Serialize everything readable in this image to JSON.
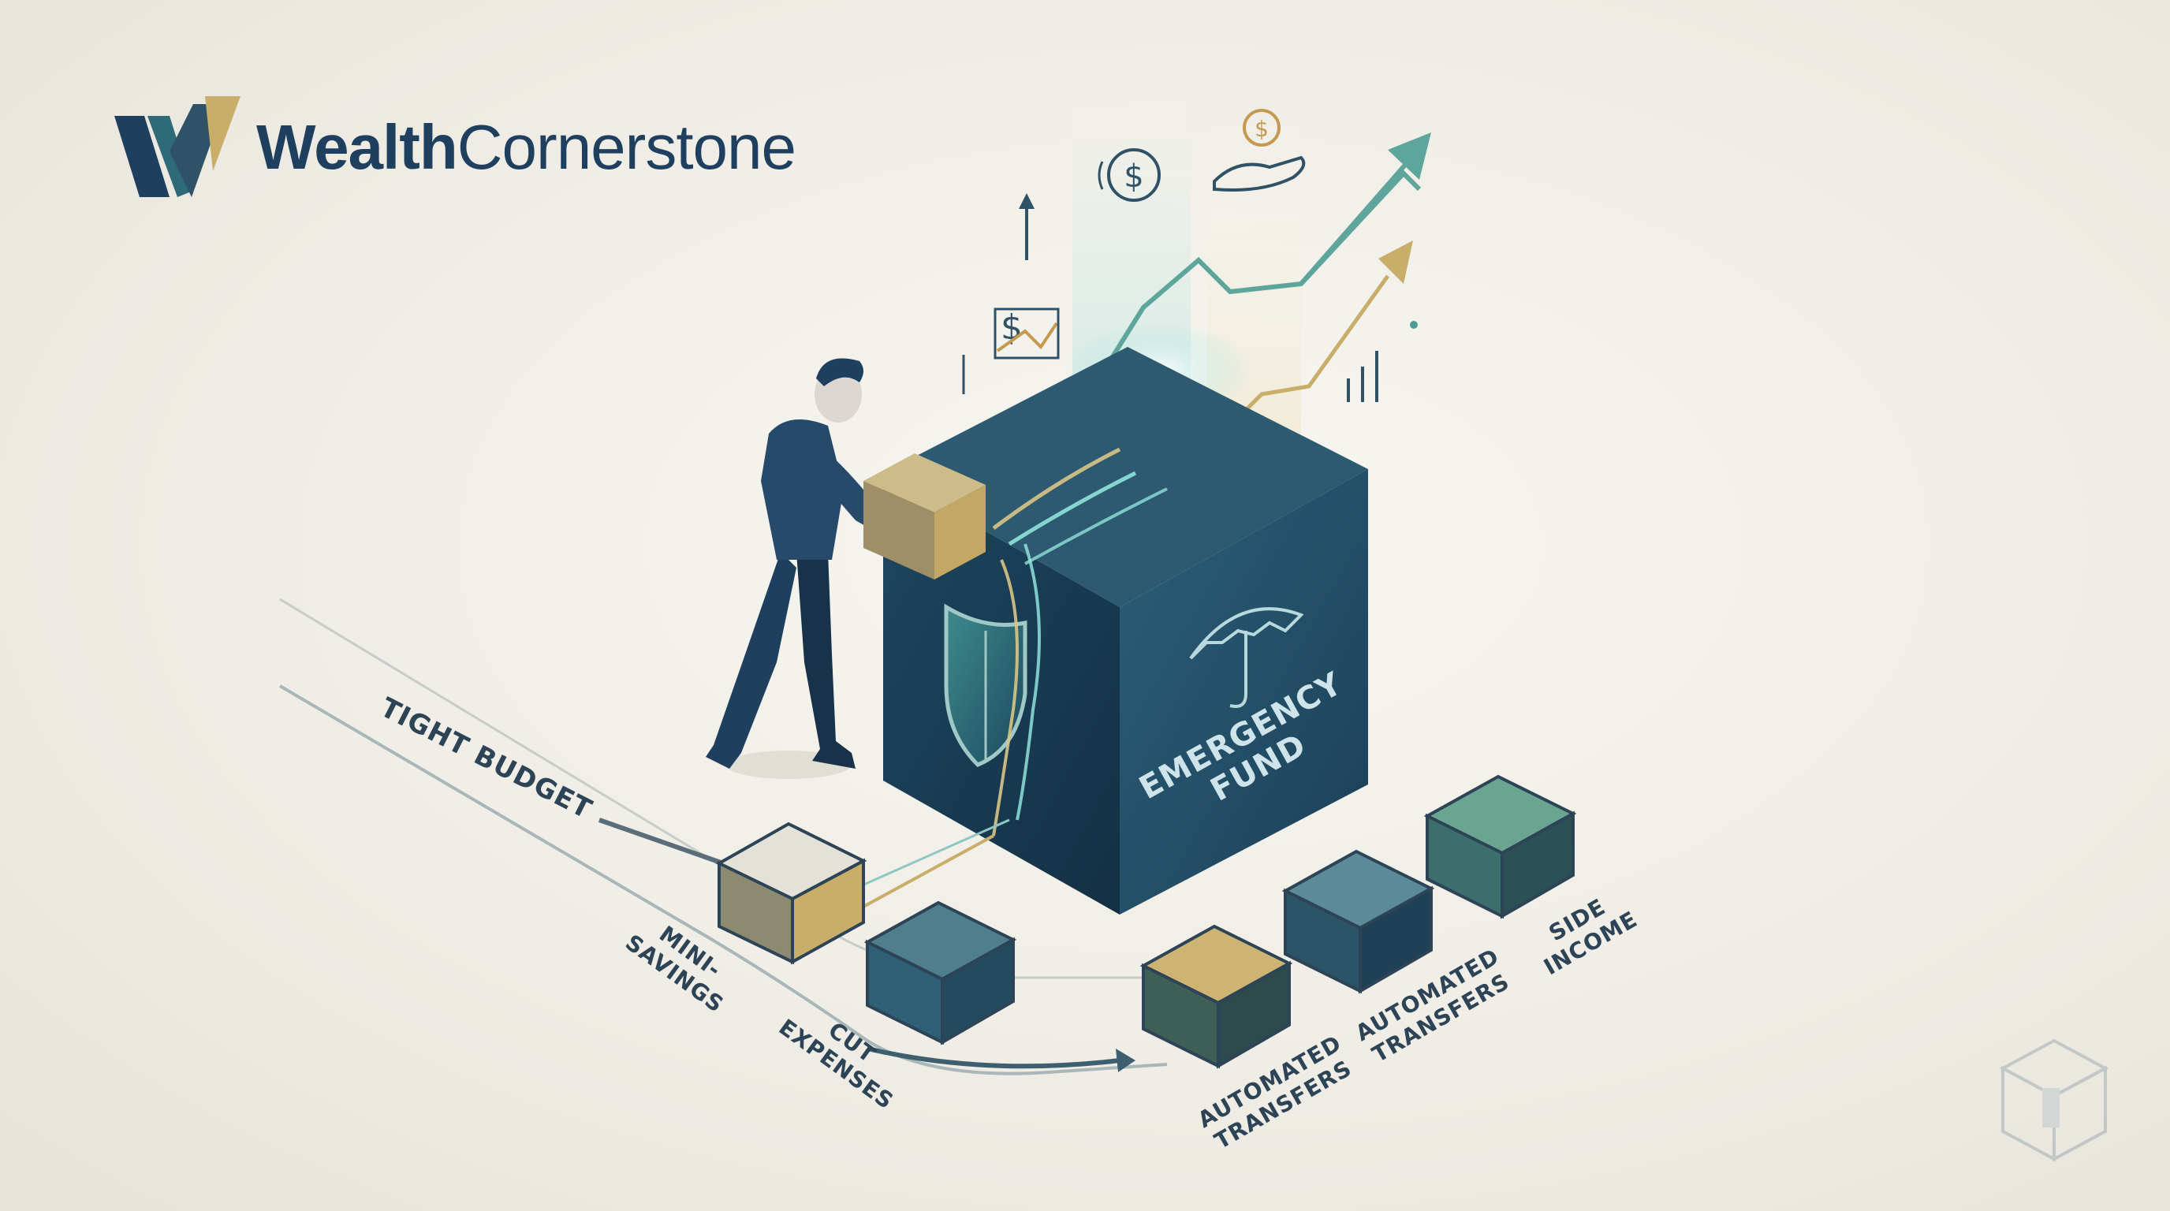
{
  "brand": {
    "name_bold": "Wealth",
    "name_regular": "Cornerstone",
    "logo_icon": "wc-monogram-icon"
  },
  "path_label": "TIGHT BUDGET",
  "main_box": {
    "label_line1": "EMERGENCY",
    "label_line2": "FUND",
    "emblem_icon": "umbrella-icon",
    "side_icon": "shield-icon"
  },
  "steps": [
    {
      "line1": "MINI-",
      "line2": "SAVINGS"
    },
    {
      "line1": "CUT",
      "line2": "EXPENSES"
    },
    {
      "line1": "AUTOMATED",
      "line2": "TRANSFERS"
    },
    {
      "line1": "AUTOMATED",
      "line2": "TRANSFERS"
    },
    {
      "line1": "SIDE",
      "line2": "INCOME"
    }
  ],
  "floating_icons": [
    "dollar-coin-icon",
    "hand-coin-icon",
    "cash-growth-icon",
    "up-arrow-icon",
    "bar-chart-icon"
  ],
  "watermark_icon": "cube-stack-watermark-icon",
  "colors": {
    "navy": "#1f3f5f",
    "teal": "#4f9a92",
    "gold": "#c9ae6a",
    "box_front": "#1f4a63",
    "box_side": "#18384f",
    "box_top": "#2d5a70"
  }
}
